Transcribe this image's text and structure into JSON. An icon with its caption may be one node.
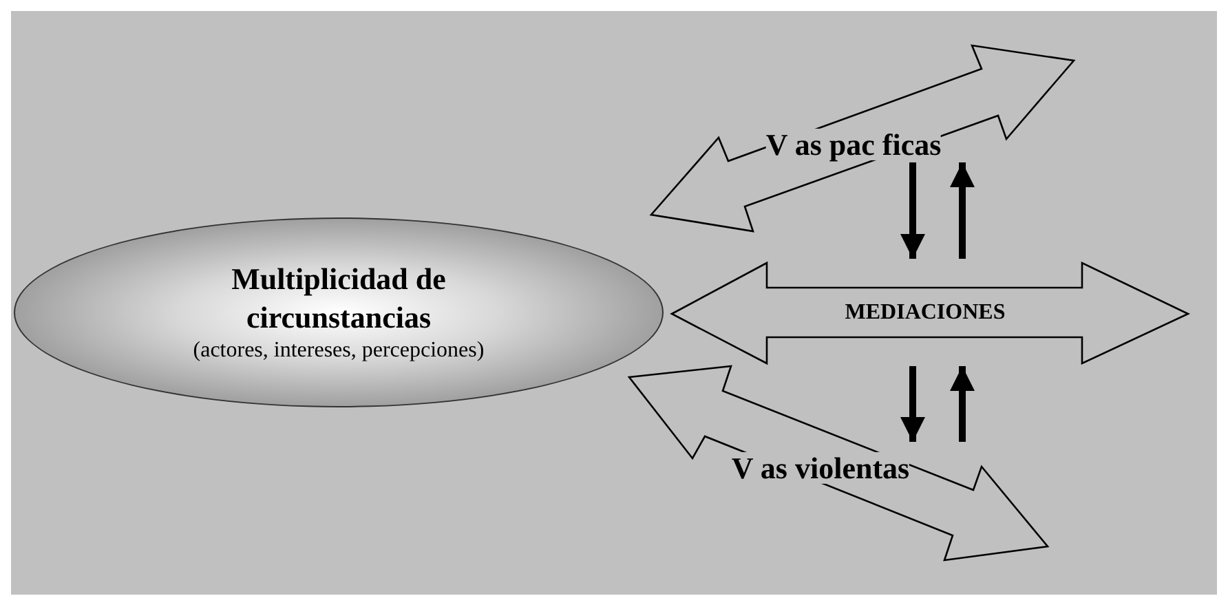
{
  "diagram": {
    "nodes": [
      {
        "text": [
          "Multiplicidad de circunstancias",
          "(actores, intereses, percepciones)"
        ]
      },
      {
        "text": [
          "V as pac ficas"
        ]
      },
      {
        "text": [
          "MEDIACIONES"
        ]
      },
      {
        "text": [
          "V as violentas"
        ]
      }
    ],
    "edges": [
      {
        "from": 1,
        "to": 2,
        "arrow": "to"
      },
      {
        "from": 2,
        "to": 1,
        "arrow": "to"
      },
      {
        "from": 2,
        "to": 3,
        "arrow": "to"
      },
      {
        "from": 3,
        "to": 2,
        "arrow": "to"
      }
    ]
  }
}
